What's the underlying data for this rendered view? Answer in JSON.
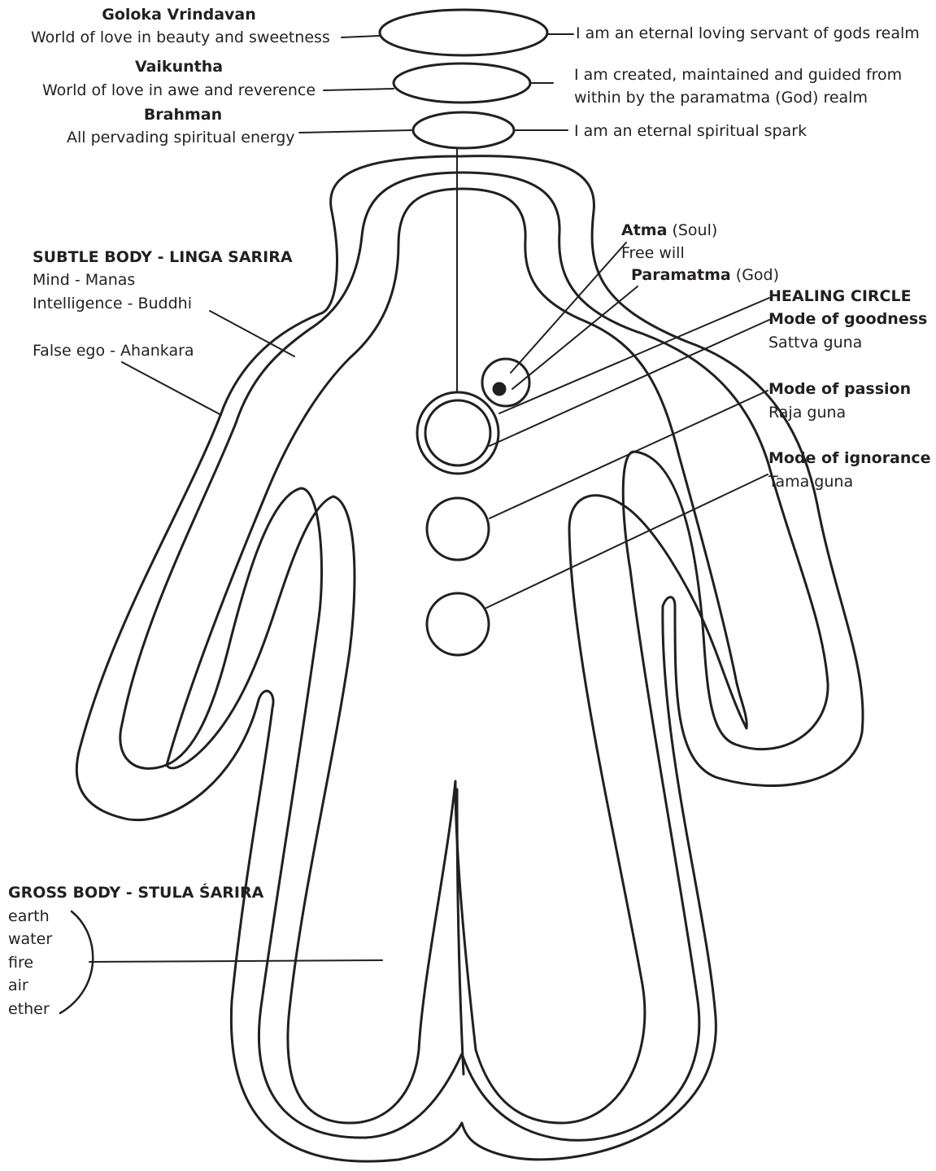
{
  "top_realms": {
    "goloka": {
      "title": "Goloka Vrindavan",
      "subtitle": "World of love in beauty and sweetness",
      "statement": "I am an eternal loving servant of gods realm"
    },
    "vaikuntha": {
      "title": "Vaikuntha",
      "subtitle": "World of love in awe and reverence",
      "statement_line1": "I am created, maintained and guided from",
      "statement_line2": "within by the paramatma (God) realm"
    },
    "brahman": {
      "title": "Brahman",
      "subtitle": "All pervading spiritual energy",
      "statement": "I am an eternal spiritual spark"
    }
  },
  "subtle_body": {
    "title": "SUBTLE BODY - LINGA SARIRA",
    "items": [
      "Mind - Manas",
      "Intelligence - Buddhi",
      "False ego - Ahankara"
    ]
  },
  "right_labels": {
    "atma_bold": "Atma",
    "atma_rest": " (Soul)",
    "free_will": "Free will",
    "paramatma_bold": "Paramatma",
    "paramatma_rest": " (God)",
    "healing_circle": "HEALING CIRCLE",
    "goodness_title": "Mode of goodness",
    "goodness_sub": "Sattva guna",
    "passion_title": "Mode of passion",
    "passion_sub": "Raja guna",
    "ignorance_title": "Mode of ignorance",
    "ignorance_sub": "Tama guna"
  },
  "gross_body": {
    "title": "GROSS BODY - STULA ŚARIRA",
    "elements": [
      "earth",
      "water",
      "fire",
      "air",
      "ether"
    ]
  },
  "colors": {
    "ink": "#231f20",
    "background": "#ffffff"
  }
}
